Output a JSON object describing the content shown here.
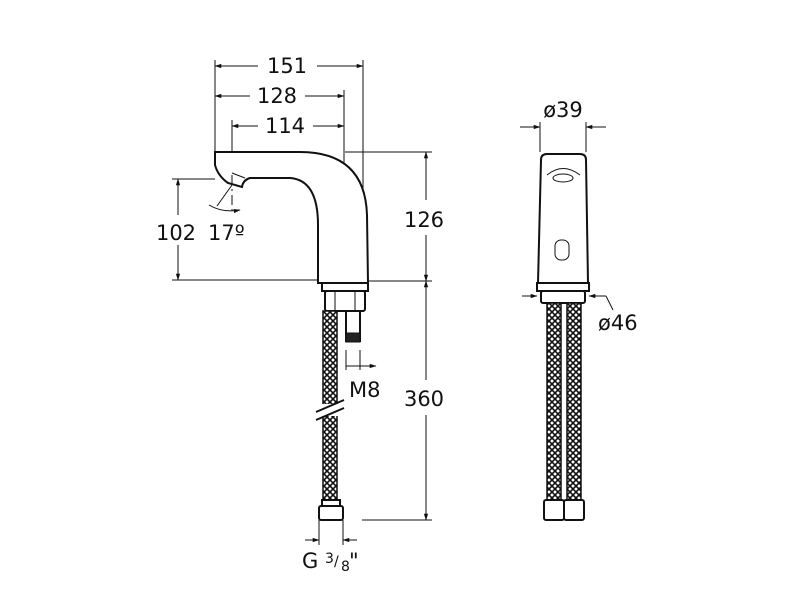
{
  "dimensions": {
    "width_total": "151",
    "width_mid": "128",
    "width_short": "114",
    "spout_height": "102",
    "spout_angle": "17º",
    "body_height": "126",
    "bolt": "M8",
    "hose_length": "360",
    "thread_prefix": "G",
    "thread_num": "3",
    "thread_den": "8",
    "thread_suffix": "\"",
    "top_diameter": "ø39",
    "base_diameter": "ø46"
  },
  "colors": {
    "ink": "#111111",
    "hose": "#222222",
    "background": "#ffffff"
  }
}
